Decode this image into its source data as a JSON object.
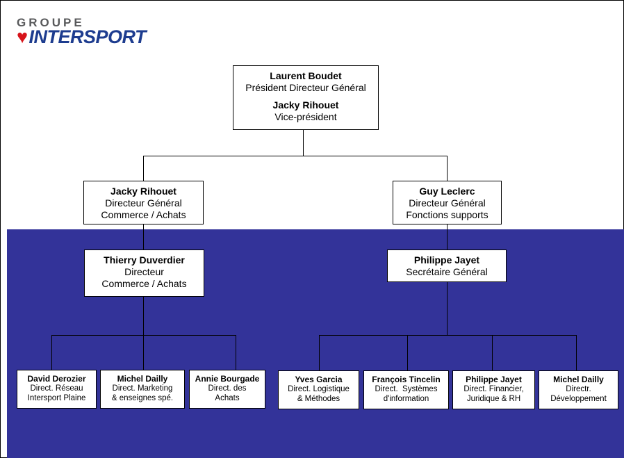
{
  "logo": {
    "groupe": "GROUPE",
    "brand": "INTERSPORT",
    "mark": "♥"
  },
  "colors": {
    "background_band": "#333399",
    "logo_red": "#d7141a",
    "logo_blue": "#1d3c8f"
  },
  "top": {
    "name1": "Laurent Boudet",
    "title1": "Président Directeur Général",
    "name2": "Jacky Rihouet",
    "title2": "Vice-président"
  },
  "dg_commerce": {
    "name": "Jacky Rihouet",
    "title1": "Directeur Général",
    "title2": "Commerce / Achats"
  },
  "dg_supports": {
    "name": "Guy Leclerc",
    "title1": "Directeur Général",
    "title2": "Fonctions supports"
  },
  "dir_commerce": {
    "name": "Thierry Duverdier",
    "title1": "Directeur",
    "title2": "Commerce / Achats"
  },
  "secretaire": {
    "name": "Philippe Jayet",
    "title1": "Secrétaire Général"
  },
  "left_reports": [
    {
      "name": "David Derozier",
      "line1": "Direct. Réseau",
      "line2": "Intersport Plaine"
    },
    {
      "name": "Michel Dailly",
      "line1": "Direct. Marketing",
      "line2": "& enseignes spé."
    },
    {
      "name": "Annie Bourgade",
      "line1": "Direct. des",
      "line2": "Achats"
    }
  ],
  "right_reports": [
    {
      "name": "Yves Garcia",
      "line1": "Direct. Logistique",
      "line2": "& Méthodes"
    },
    {
      "name": "François Tincelin",
      "line1": "Direct.  Systèmes",
      "line2": "d'information"
    },
    {
      "name": "Philippe Jayet",
      "line1": "Direct. Financier,",
      "line2": "Juridique & RH"
    },
    {
      "name": "Michel Dailly",
      "line1": "Directr.",
      "line2": "Développement"
    }
  ]
}
